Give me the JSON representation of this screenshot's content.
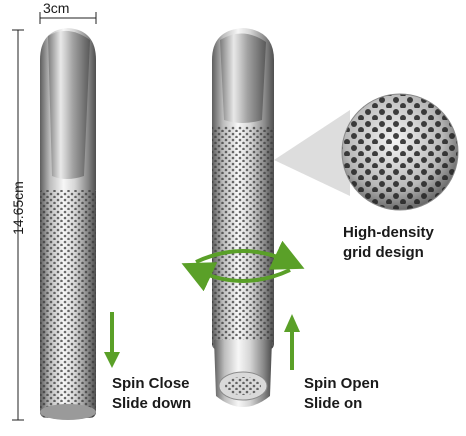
{
  "dimensions": {
    "width": "3cm",
    "height": "14.65cm"
  },
  "callouts": {
    "grid_line1": "High-density",
    "grid_line2": "grid design",
    "close_line1": "Spin Close",
    "close_line2": "Slide down",
    "open_line1": "Spin Open",
    "open_line2": "Slide on"
  },
  "colors": {
    "arrow_green": "#5aa028",
    "steel_light": "#f2f2f2",
    "steel_dark": "#6e6e6e"
  }
}
